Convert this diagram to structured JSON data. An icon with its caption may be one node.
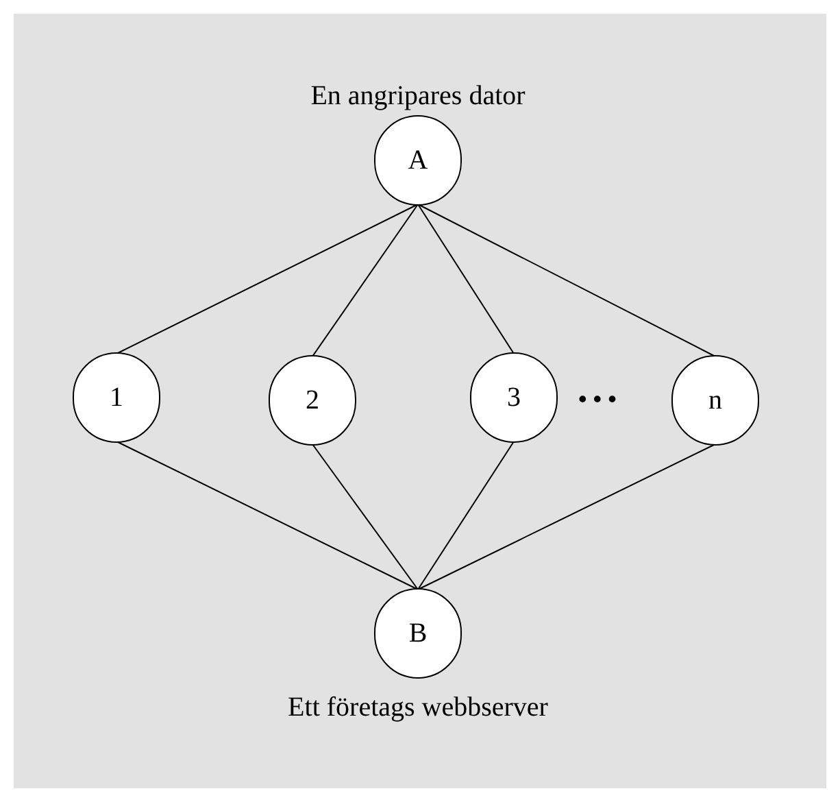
{
  "diagram": {
    "nodes": [
      {
        "text": [
          "A"
        ],
        "beside": [
          "En angripares dator"
        ]
      },
      {
        "text": [
          "1"
        ]
      },
      {
        "text": [
          "2"
        ]
      },
      {
        "text": [
          "3"
        ]
      },
      {
        "text": [
          "n"
        ]
      },
      {
        "text": [
          "B"
        ],
        "beside": [
          "Ett företags webbserver"
        ]
      }
    ],
    "edges": [
      {
        "from": 0,
        "to": 1,
        "arrow": "none"
      },
      {
        "from": 0,
        "to": 2,
        "arrow": "none"
      },
      {
        "from": 0,
        "to": 3,
        "arrow": "none"
      },
      {
        "from": 0,
        "to": 4,
        "arrow": "none"
      },
      {
        "from": 1,
        "to": 5,
        "arrow": "none"
      },
      {
        "from": 2,
        "to": 5,
        "arrow": "none"
      },
      {
        "from": 3,
        "to": 5,
        "arrow": "none"
      },
      {
        "from": 4,
        "to": 5,
        "arrow": "none"
      }
    ],
    "labels": [
      "• • •"
    ]
  }
}
